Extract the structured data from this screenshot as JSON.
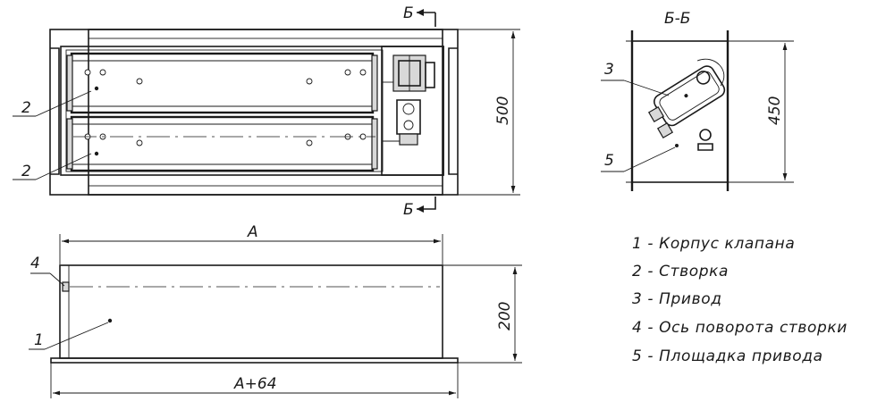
{
  "dimensions": {
    "top_height": "500",
    "section_height": "450",
    "front_height": "200",
    "width_a": "A",
    "width_a64": "A+64"
  },
  "section": {
    "title": "Б-Б",
    "mark_top": "Б",
    "mark_bottom": "Б"
  },
  "callouts": {
    "top_blade_upper": "2",
    "top_blade_lower": "2",
    "section_actuator": "3",
    "section_platform": "5",
    "front_axis": "4",
    "front_body": "1"
  },
  "legend": [
    {
      "number": "1",
      "text": "1 - Корпус клапана"
    },
    {
      "number": "2",
      "text": "2 - Створка"
    },
    {
      "number": "3",
      "text": "3 - Привод"
    },
    {
      "number": "4",
      "text": "4 - Ось поворота створки"
    },
    {
      "number": "5",
      "text": "5 - Площадка привода"
    }
  ]
}
